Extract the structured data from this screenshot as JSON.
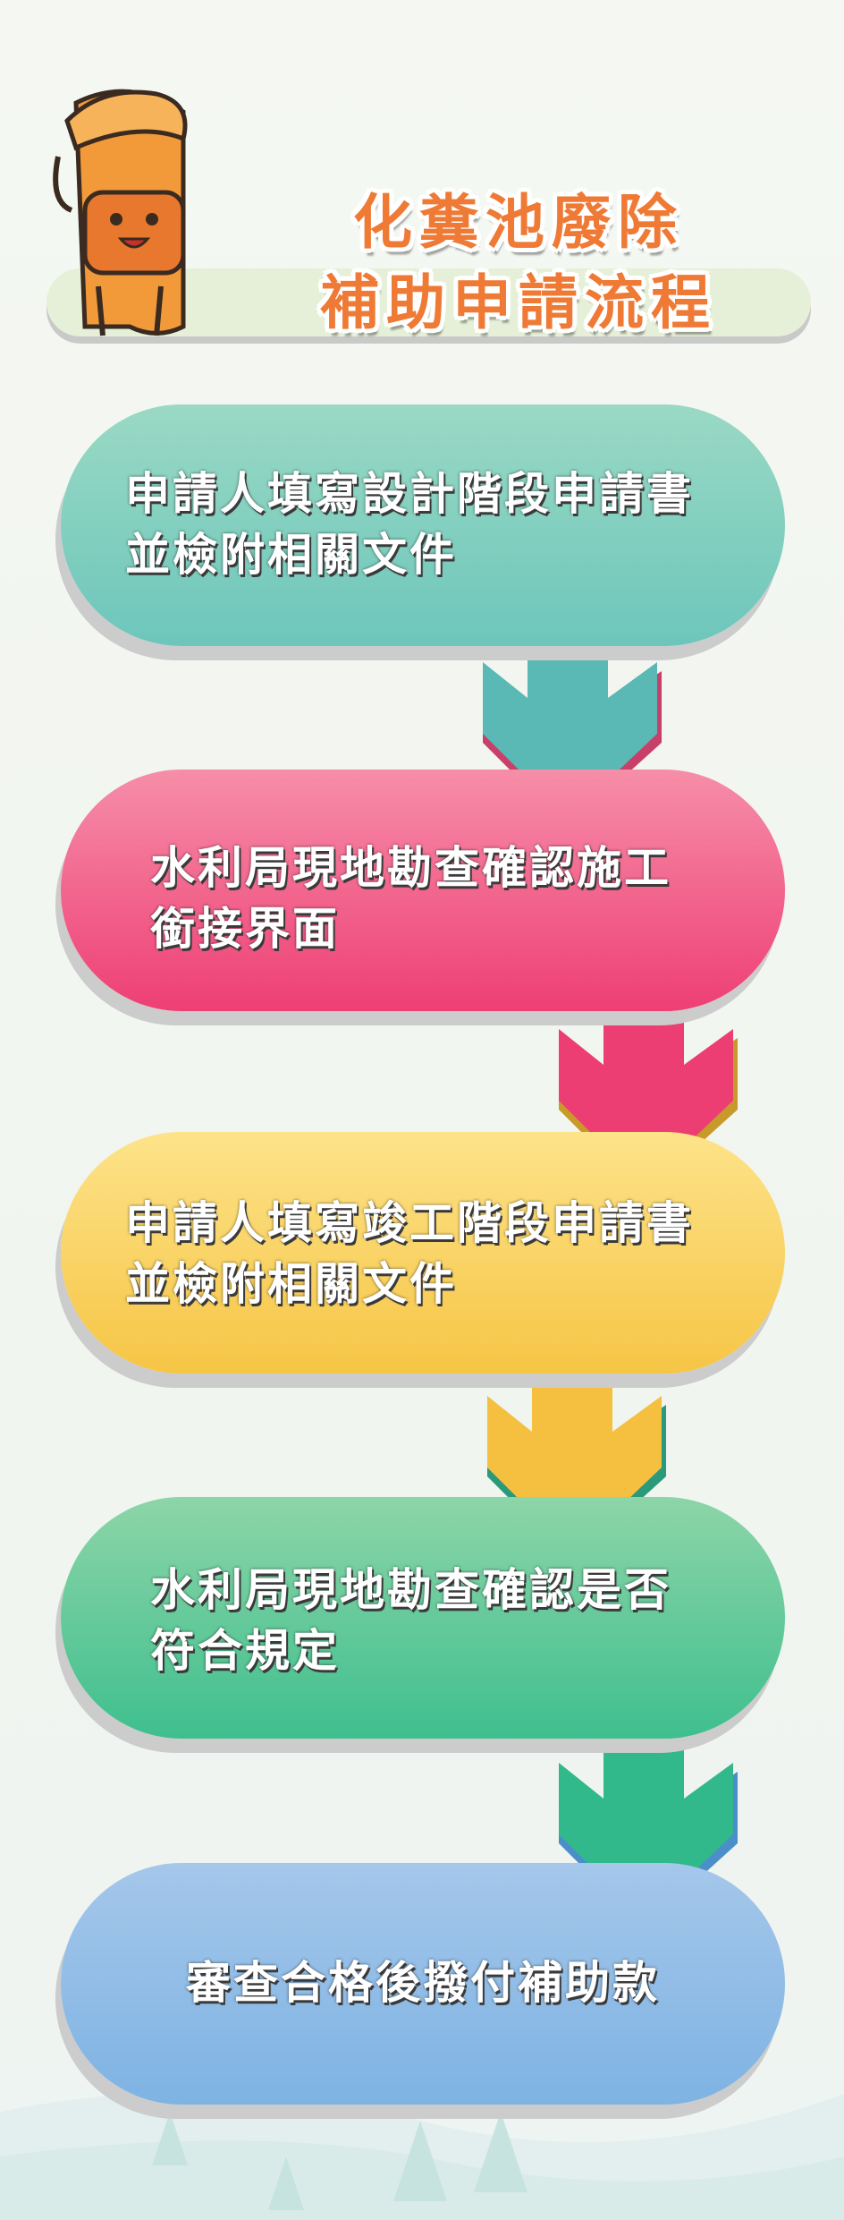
{
  "header": {
    "title_line1": "化糞池廢除",
    "title_line2": "補助申請流程"
  },
  "steps": [
    {
      "line1": "申請人填寫設計階段申請書",
      "line2": "並檢附相關文件",
      "color": "#6dc6bb"
    },
    {
      "line1": "水利局現地勘查確認施工",
      "line2": "銜接界面",
      "color": "#ee3f74"
    },
    {
      "line1": "申請人填寫竣工階段申請書",
      "line2": "並檢附相關文件",
      "color": "#f6c545"
    },
    {
      "line1": "水利局現地勘查確認是否",
      "line2": "符合規定",
      "color": "#3fbf8e"
    },
    {
      "line1": "審查合格後撥付補助款",
      "color": "#7eb3e3"
    }
  ],
  "colors": {
    "title_orange": "#ef7a35",
    "arrow_teal": "#5ab9b5",
    "arrow_pink": "#ec3e73",
    "arrow_yellow": "#f5bf3f",
    "arrow_green": "#31b98b"
  }
}
